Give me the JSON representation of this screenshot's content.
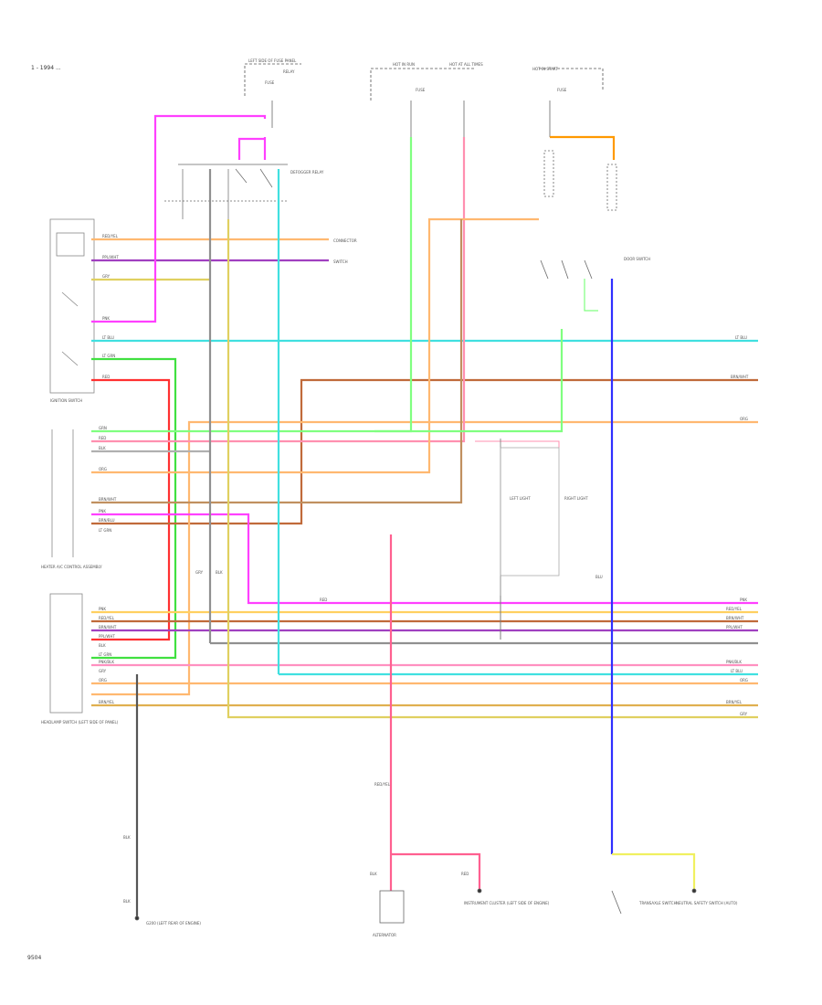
{
  "page": {
    "header": "1 - 1994 ...",
    "footer": "9504"
  },
  "wire_colors": {
    "pink": "#ff00ff",
    "orange": "#ffb870",
    "orange_dark": "#ff9900",
    "brown": "#c06a3a",
    "purple": "#a040c0",
    "yellow": "#e0d060",
    "ltgreen": "#80ff80",
    "green": "#40e040",
    "red": "#ff3030",
    "ltblue": "#40e0e0",
    "blue": "#3030ff",
    "gray": "#909090",
    "black": "#222222",
    "salmon": "#ff9090",
    "rose": "#ff6090",
    "tan": "#e0b050"
  },
  "components": {
    "fuse_panel": "LEFT SIDE OF FUSE PANEL",
    "relay_top": "RELAY",
    "defogger_relay": "DEFOGGER RELAY",
    "hot_run": "HOT IN RUN",
    "hot_accy": "HOT AT ALL TIMES",
    "hot_start": "HOT IN START",
    "fuse_a": "FUSE",
    "fuse_b": "FUSE",
    "fuse_c": "FUSE",
    "interior_switch": "IGNITION SWITCH",
    "heater_assy": "HEATER A/C CONTROL ASSEMBLY",
    "left_bulb": "LEFT LIGHT",
    "right_bulb": "RIGHT LIGHT",
    "dome_switch": "DOOR SWITCH",
    "headlamp_panel": "HEADLAMP SWITCH (LEFT SIDE OF PANEL)",
    "ground": "G200 (LEFT REAR OF ENGINE)",
    "alternator": "ALTERNATOR",
    "instrument_cluster": "INSTRUMENT CLUSTER (LEFT SIDE OF ENGINE)",
    "trans_switch": "TRANSAXLE SWITCH",
    "neutral_switch": "NEUTRAL SAFETY SWITCH (AUTO)",
    "connector": "CONNECTOR",
    "block": "SWITCH"
  },
  "wire_labels": {
    "w1": "RED/YEL",
    "w2": "PPL/WHT",
    "w3": "GRY",
    "w4": "PNK",
    "w5": "LT BLU",
    "w6": "LT GRN",
    "w7": "RED",
    "r1": "LT BLU",
    "r2": "BRN/WHT",
    "r3": "ORG",
    "m1": "GRN",
    "m2": "RED",
    "m3": "BLK",
    "m4": "ORG",
    "m5": "BRN/WHT",
    "m6": "PNK",
    "m7": "BRN/BLU",
    "m8": "LT GRN",
    "b1": "PNK",
    "b2": "RED/YEL",
    "b3": "BRN/WHT",
    "b4": "PPL/WHT",
    "b5": "BLK",
    "b6": "LT GRN",
    "b7": "PNK/BLK",
    "b8": "GRY",
    "b9": "ORG",
    "b10": "BRN/YEL",
    "rb1": "PNK",
    "rb2": "RED/YEL",
    "rb3": "BRN/WHT",
    "rb4": "PPL/WHT",
    "rb5": "PNK/BLK",
    "rb6": "LT BLU",
    "rb7": "ORG",
    "rb8": "BRN/YEL",
    "rb9": "GRY",
    "v1": "GRY",
    "v2": "BLK",
    "v3": "BLU",
    "v4": "RED",
    "alt1": "RED/YEL",
    "alt2": "BLK",
    "alt3": "RED",
    "blk1": "BLK",
    "blk2": "BLK"
  }
}
